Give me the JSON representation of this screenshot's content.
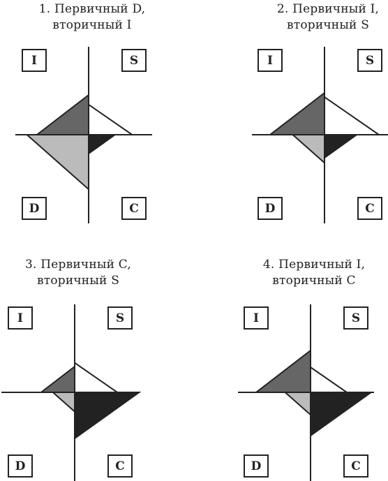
{
  "colors": {
    "I": "#666666",
    "S": "#ffffff",
    "D": "#bbbbbb",
    "C": "#222222"
  },
  "diagrams": [
    {
      "caption_line1": "1. Первичный D,",
      "caption_line2": "вторичный I",
      "labels": {
        "tl": "I",
        "tr": "S",
        "bl": "D",
        "br": "C"
      },
      "levels": {
        "I": 0.57,
        "S": 0.48,
        "D": 0.68,
        "C": 0.27
      }
    },
    {
      "caption_line1": "2. Первичный I,",
      "caption_line2": "вторичный S",
      "labels": {
        "tl": "I",
        "tr": "S",
        "bl": "D",
        "br": "C"
      },
      "levels": {
        "I": 0.6,
        "S": 0.6,
        "D": 0.35,
        "C": 0.33
      }
    },
    {
      "caption_line1": "3. Первичный C,",
      "caption_line2": "вторичный S",
      "labels": {
        "tl": "I",
        "tr": "S",
        "bl": "D",
        "br": "C"
      },
      "levels": {
        "I": 0.37,
        "S": 0.47,
        "D": 0.24,
        "C": 0.66
      }
    },
    {
      "caption_line1": "4. Первичный I,",
      "caption_line2": "вторичный C",
      "labels": {
        "tl": "I",
        "tr": "S",
        "bl": "D",
        "br": "C"
      },
      "levels": {
        "I": 0.6,
        "S": 0.4,
        "D": 0.28,
        "C": 0.62
      }
    }
  ]
}
